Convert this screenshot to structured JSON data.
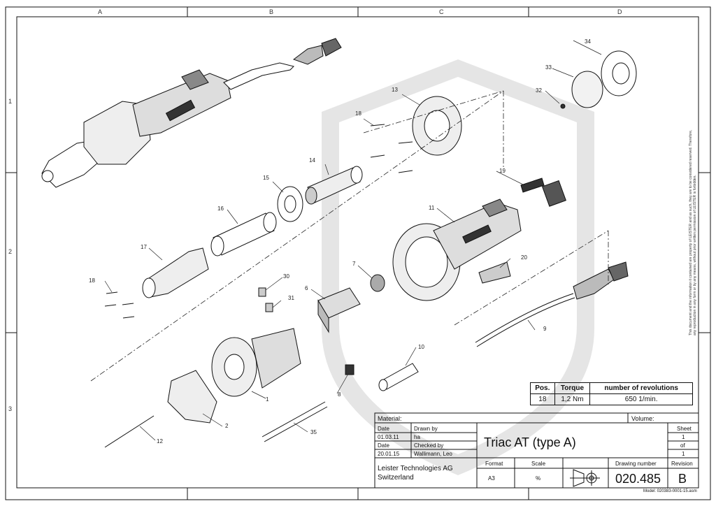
{
  "grid": {
    "columns": [
      "A",
      "B",
      "C",
      "D"
    ],
    "rows": [
      "1",
      "2",
      "3"
    ]
  },
  "callouts": [
    "1",
    "2",
    "6",
    "7",
    "8",
    "9",
    "10",
    "11",
    "12",
    "13",
    "14",
    "15",
    "16",
    "17",
    "18",
    "18",
    "19",
    "20",
    "30",
    "31",
    "32",
    "33",
    "34",
    "35"
  ],
  "torque_table": {
    "headers": [
      "Pos.",
      "Torque",
      "number of revolutions"
    ],
    "rows": [
      [
        "18",
        "1,2 Nm",
        "650 1/min."
      ]
    ]
  },
  "title_block": {
    "material_label": "Material:",
    "volume_label": "Volume:",
    "date_label_1": "Date",
    "drawn_by_label": "Drawn by",
    "date_1": "01.03.11",
    "drawn_by": "ha",
    "date_label_2": "Date",
    "checked_by_label": "Checked by",
    "date_2": "20.01.15",
    "checked_by": "Wallimann, Leo",
    "title": "Triac AT (type A)",
    "sheet_label": "Sheet",
    "sheet_no": "1",
    "of_label": "of",
    "sheet_total": "1",
    "company_line1": "Leister Technologies AG",
    "company_line2": "Switzerland",
    "format_label": "Format",
    "format": "A3",
    "scale_label": "Scale",
    "scale": "%",
    "drawing_number_label": "Drawing number",
    "drawing_number": "020.485",
    "revision_label": "Revision",
    "revision": "B"
  },
  "model_note": "Model: 020383-0001-15.asm",
  "legal_notice": "This document and the information it contained are property of LEISTER and as such, they are to be considered reserved. Therefore, any reproduction in any form or by any means, without prior written permission of LEISTER is forbidden."
}
